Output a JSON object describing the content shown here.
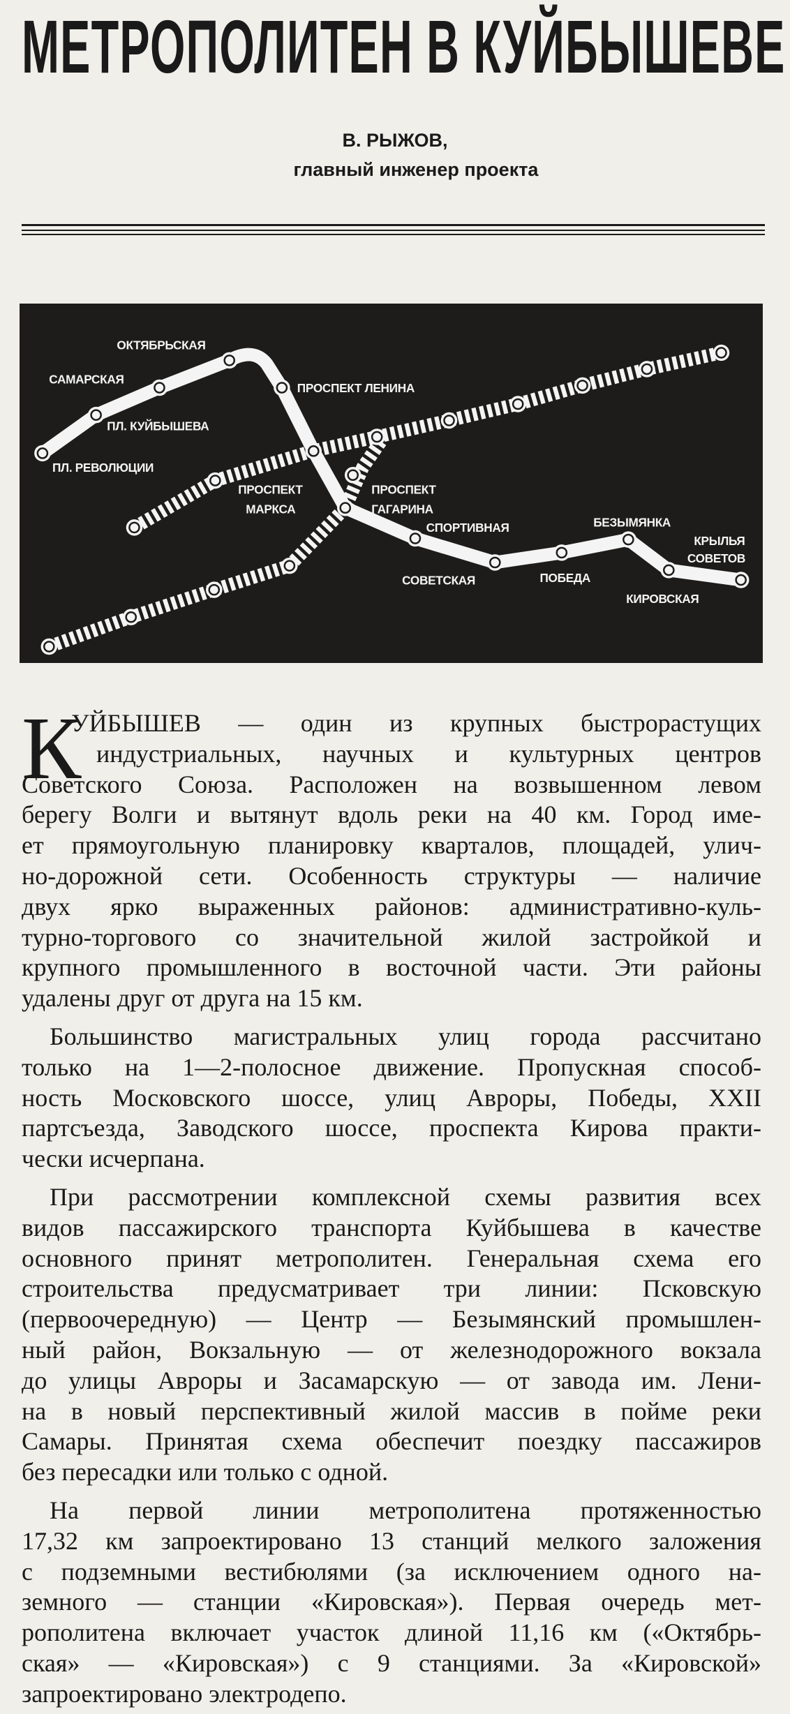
{
  "title": "МЕТРОПОЛИТЕН В КУЙБЫШЕВЕ",
  "author": {
    "name": "В. РЫЖОВ,",
    "role": "главный инженер проекта"
  },
  "map": {
    "labels": {
      "oktyabrskaya": "ОКТЯБРЬСКАЯ",
      "samarskaya": "САМАРСКАЯ",
      "prospekt_lenina": "ПРОСПЕКТ ЛЕНИНА",
      "pl_kuybysheva": "ПЛ. КУЙБЫШЕВА",
      "pl_revolyutsii": "ПЛ. РЕВОЛЮЦИИ",
      "prospekt_marksa_1": "ПРОСПЕКТ",
      "prospekt_marksa_2": "МАРКСА",
      "prospekt_gagarina_1": "ПРОСПЕКТ",
      "prospekt_gagarina_2": "ГАГАРИНА",
      "sportivnaya": "СПОРТИВНАЯ",
      "bezymyanka": "БЕЗЫМЯНКА",
      "krylya_sovetov_1": "КРЫЛЬЯ",
      "krylya_sovetov_2": "СОВЕТОВ",
      "sovetskaya": "СОВЕТСКАЯ",
      "pobeda": "ПОБЕДА",
      "kirovskaya": "КИРОВСКАЯ"
    }
  },
  "article": {
    "drop_cap": "К",
    "paragraphs": [
      {
        "lines": [
          "УЙБЫШЕВ — один из крупных быстрорастущих",
          "индустриальных, научных и культурных центров",
          "Советского Союза. Расположен на возвышенном левом",
          "берегу Волги и вытянут вдоль реки на 40 км. Город име-",
          "ет прямоугольную планировку кварталов, площадей, улич-",
          "но-дорожной сети. Особенность структуры — наличие",
          "двух ярко выраженных районов: административно-куль-",
          "турно-торгового со значительной жилой застройкой и",
          "крупного промышленного в восточной части. Эти районы",
          "удалены друг от друга на 15 км."
        ]
      },
      {
        "lines": [
          "Большинство магистральных улиц города рассчитано",
          "только на 1—2-полосное движение. Пропускная способ-",
          "ность Московского шоссе, улиц Авроры, Победы, XXII",
          "партсъезда, Заводского шоссе, проспекта Кирова практи-",
          "чески исчерпана."
        ]
      },
      {
        "lines": [
          "При рассмотрении комплексной схемы развития всех",
          "видов пассажирского транспорта Куйбышева в качестве",
          "основного принят метрополитен. Генеральная схема его",
          "строительства предусматривает три линии: Псковскую",
          "(первоочередную) — Центр — Безымянский промышлен-",
          "ный район, Вокзальную — от железнодорожного вокзала",
          "до улицы Авроры и Засамарскую — от завода им. Лени-",
          "на в новый перспективный жилой массив в пойме реки",
          "Самары. Принятая схема обеспечит поездку пассажиров",
          "без пересадки или только с одной."
        ]
      },
      {
        "lines": [
          "На первой линии метрополитена протяженностью",
          "17,32 км запроектировано 13 станций мелкого заложения",
          "с подземными вестибюлями (за исключением одного на-",
          "земного — станции «Кировская»). Первая очередь мет-",
          "рополитена включает участок длиной 11,16 км («Октябрь-",
          "ская» — «Кировская») с 9 станциями. За «Кировской»",
          "запроектировано электродепо."
        ]
      }
    ]
  }
}
